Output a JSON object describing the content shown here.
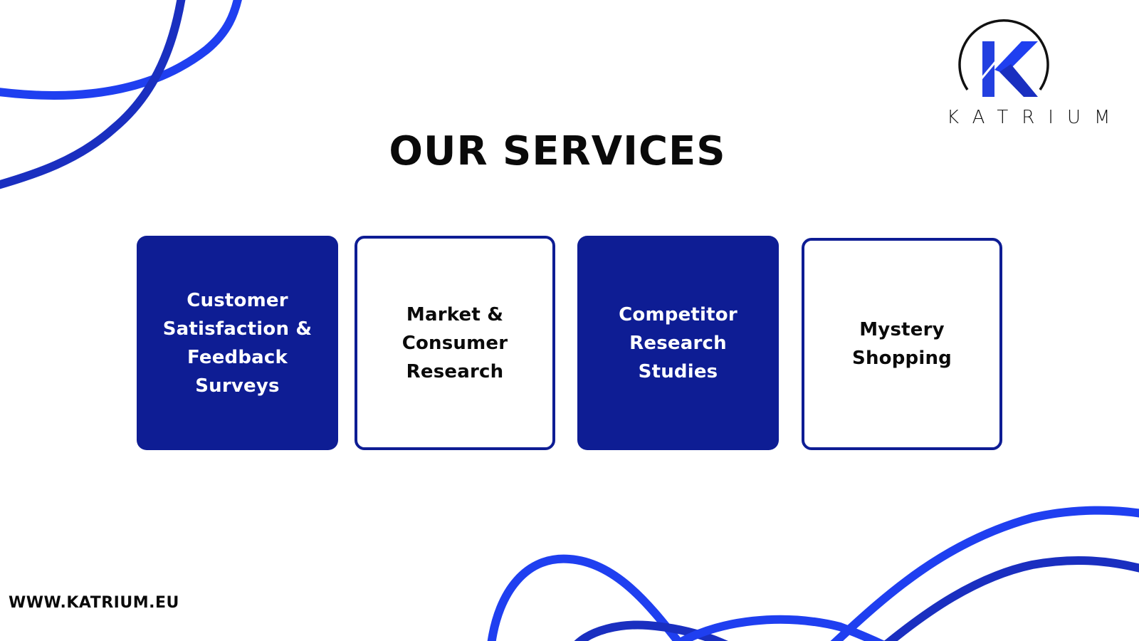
{
  "slide": {
    "title": "OUR SERVICES",
    "website": "WWW.KATRIUM.EU"
  },
  "logo": {
    "letter": "K",
    "wordmark": "KATRIUM"
  },
  "services": [
    {
      "label": "Customer\nSatisfaction &\nFeedback\nSurveys",
      "style": "filled"
    },
    {
      "label": "Market &\nConsumer\nResearch",
      "style": "outline"
    },
    {
      "label": "Competitor\nResearch\nStudies",
      "style": "filled"
    },
    {
      "label": "Mystery\nShopping",
      "style": "outline"
    }
  ],
  "colors": {
    "navy": "#0e1d94",
    "bright_blue": "#1f3ff0",
    "dark_blue": "#1a2fc0",
    "text": "#0a0a0a",
    "background": "#ffffff"
  }
}
